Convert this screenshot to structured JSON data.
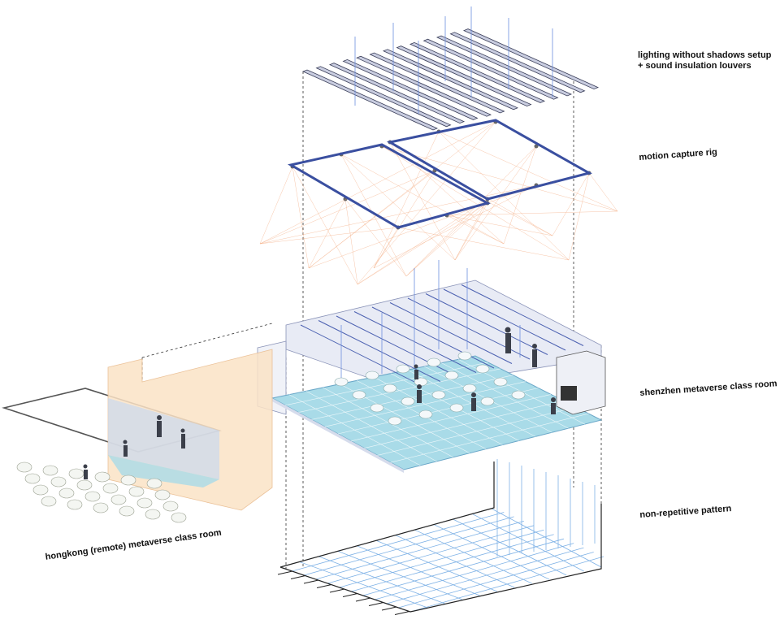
{
  "labels": {
    "lighting_line1": "lighting without shadows setup",
    "lighting_line2": "+ sound insulation louvers",
    "motion_capture": "motion capture rig",
    "shenzhen": "shenzhen metaverse class room",
    "pattern": "non-repetitive pattern",
    "hongkong": "hongkong (remote) metaverse class room"
  },
  "colors": {
    "louver_fill": "#c9cde0",
    "louver_stroke": "#3b3f5a",
    "rig_stroke": "#3a4fa0",
    "rig_beams": "#f2a070",
    "floor_fill": "#a9dbe8",
    "room_wall": "#e4e8f3",
    "remote_wall": "#fbe3c6",
    "pattern_line": "#7fb2e6",
    "dashed": "#333333",
    "blue_light": "#6d8fe0"
  }
}
